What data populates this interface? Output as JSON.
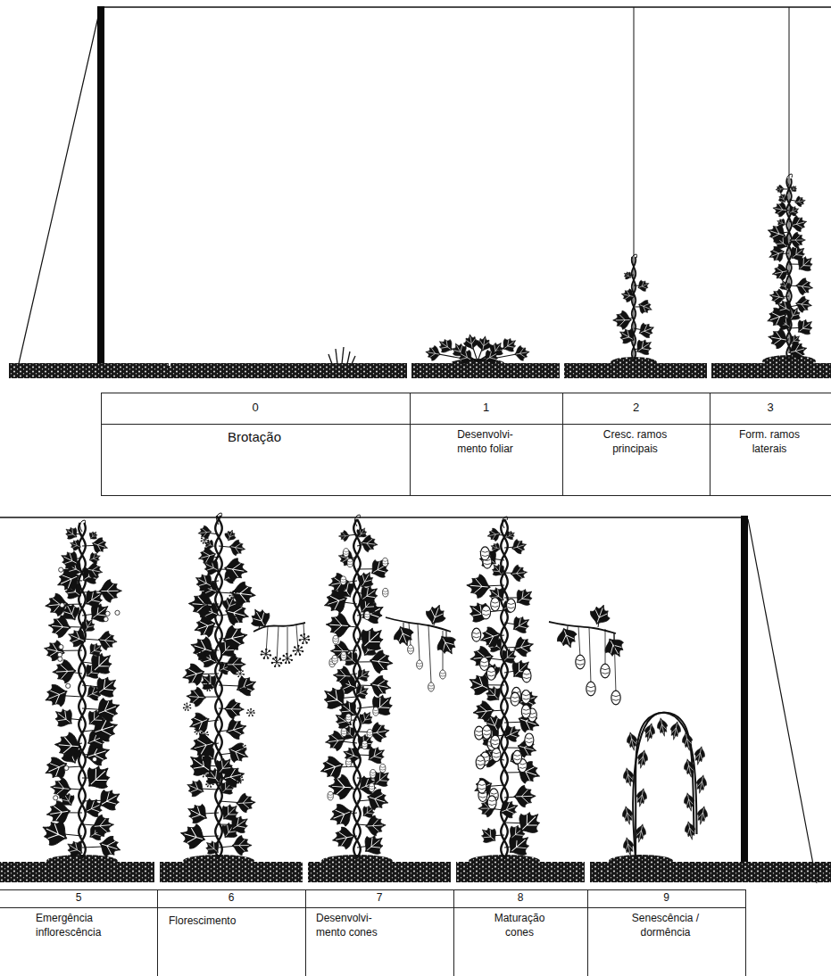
{
  "diagram": {
    "nodes": [
      {
        "text": [
          "0",
          "Brotação"
        ]
      },
      {
        "text": [
          "1",
          "Desenvolvi- mento foliar"
        ]
      },
      {
        "text": [
          "2",
          "Cresc. ramos principais"
        ]
      },
      {
        "text": [
          "3",
          "Form. ramos laterais"
        ]
      },
      {
        "text": [
          "5",
          "Emergência inflorescência"
        ]
      },
      {
        "text": [
          "6",
          "Florescimento"
        ]
      },
      {
        "text": [
          "7",
          "Desenvolvi- mento cones"
        ]
      },
      {
        "text": [
          "8",
          "Maturação cones"
        ]
      },
      {
        "text": [
          "9",
          "Senescência / dormência"
        ]
      }
    ]
  }
}
